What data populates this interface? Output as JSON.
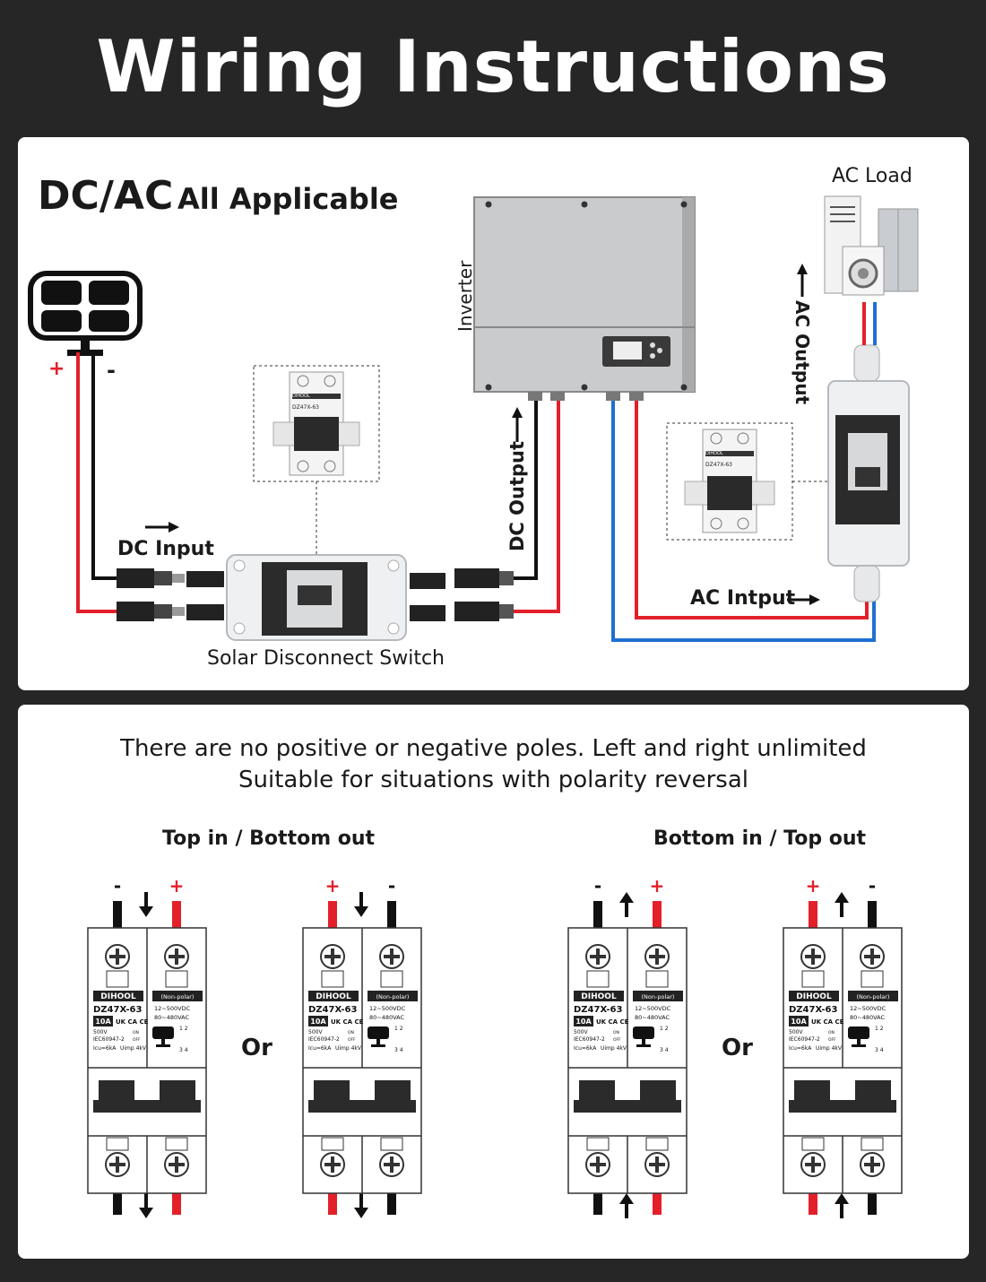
{
  "title": "Wiring Instructions",
  "top": {
    "heading_big": "DC/AC",
    "heading_small": "All Applicable",
    "plus": "+",
    "minus": "-",
    "dc_input": "DC Input",
    "dc_output": "DC Output",
    "ac_output": "AC Output",
    "ac_input": "AC Intput",
    "ac_load": "AC Load",
    "inverter": "Inverter",
    "switch_label": "Solar Disconnect Switch",
    "breaker_brand": "DIHOOL",
    "breaker_model": "DZ47X-63"
  },
  "bottom": {
    "line1": "There are no positive or negative poles. Left and right unlimited",
    "line2": "Suitable for situations with polarity reversal",
    "group_left": "Top in / Bottom out",
    "group_right": "Bottom in / Top out",
    "or": "Or",
    "breaker": {
      "brand": "DIHOOL",
      "nonpolar": "(Non-polar)",
      "model": "DZ47X-63",
      "rating": "10A",
      "marks": "UK CA CE",
      "dc_range": "12~500VDC",
      "ac_range": "80~480VAC",
      "volt": "500V",
      "standard": "IEC60947-2",
      "icu": "Icu=6kA",
      "uimp": "Uimp 4kV",
      "on": "ON",
      "off": "OFF",
      "term_top": "1 2",
      "term_bot": "3 4"
    },
    "colors": {
      "positive": "#e3202a",
      "negative": "#111111",
      "ac_blue": "#1f6fd1"
    }
  }
}
